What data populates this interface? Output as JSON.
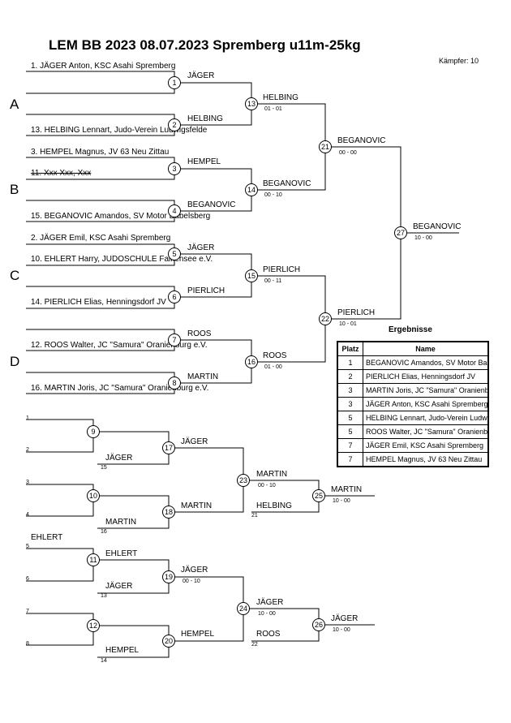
{
  "header": {
    "title": "LEM BB 2023  08.07.2023  Spremberg   u11m-25kg",
    "fighters": "Kämpfer: 10"
  },
  "pools": [
    "A",
    "B",
    "C",
    "D"
  ],
  "entries": [
    "1. JÄGER Anton, KSC Asahi Spremberg",
    "13. HELBING Lennart, Judo-Verein Ludwigsfelde",
    "3. HEMPEL Magnus, JV 63 Neu Zittau",
    "11. Xxx Xxx, Xxx",
    "15. BEGANOVIC Amandos, SV Motor Babelsberg",
    "2. JÄGER Emil, KSC Asahi Spremberg",
    "10. EHLERT Harry, JUDOSCHULE Falkensee e.V.",
    "14. PIERLICH Elias, Henningsdorf JV",
    "12. ROOS Walter, JC \"Samura\" Oranienburg e.V.",
    "16. MARTIN Joris, JC \"Samura\" Oranienburg e.V."
  ],
  "winners": {
    "m1": "JÄGER",
    "m2": "HELBING",
    "m3": "HEMPEL",
    "m4": "BEGANOVIC",
    "m5": "JÄGER",
    "m6": "PIERLICH",
    "m7": "ROOS",
    "m8": "MARTIN",
    "m13": "HELBING",
    "m14": "BEGANOVIC",
    "m15": "PIERLICH",
    "m16": "ROOS",
    "m21": "BEGANOVIC",
    "m22": "PIERLICH",
    "m27": "BEGANOVIC",
    "r_ehlert": "EHLERT",
    "m11": "EHLERT",
    "m9b": "JÄGER",
    "m10b": "MARTIN",
    "m12b": "HEMPEL",
    "m11b": "JÄGER",
    "m17": "JÄGER",
    "m18": "MARTIN",
    "m19": "JÄGER",
    "m20": "HEMPEL",
    "m23": "MARTIN",
    "m23b": "HELBING",
    "m24": "JÄGER",
    "m24b": "ROOS",
    "m25": "MARTIN",
    "m26": "JÄGER"
  },
  "scores": {
    "m13": "01 - 01",
    "m14": "00 - 10",
    "m15": "00 - 11",
    "m16": "01 - 00",
    "m21": "00 - 00",
    "m22": "10 - 01",
    "m27": "10 - 00",
    "m19": "00 - 10",
    "m23": "00 - 10",
    "m24": "10 - 00",
    "m25": "10 - 00",
    "m26": "10 - 00"
  },
  "match_numbers": {
    "m1": "1",
    "m2": "2",
    "m3": "3",
    "m4": "4",
    "m5": "5",
    "m6": "6",
    "m7": "7",
    "m8": "8",
    "m9": "9",
    "m10": "10",
    "m11": "11",
    "m12": "12",
    "m13": "13",
    "m14": "14",
    "m15": "15",
    "m16": "16",
    "m17": "17",
    "m18": "18",
    "m19": "19",
    "m20": "20",
    "m21": "21",
    "m22": "22",
    "m23": "23",
    "m24": "24",
    "m25": "25",
    "m26": "26",
    "m27": "27"
  },
  "small_labels": {
    "r1": "1",
    "r2": "2",
    "r3": "3",
    "r4": "4",
    "r5": "5",
    "r6": "6",
    "r7": "7",
    "r8": "8",
    "s15": "15",
    "s16": "16",
    "s13": "13",
    "s14": "14",
    "s21": "21",
    "s22": "22"
  },
  "results": {
    "title": "Ergebnisse",
    "col_place": "Platz",
    "col_name": "Name",
    "rows": [
      {
        "place": "1",
        "name": "BEGANOVIC Amandos, SV Motor Babelsberg"
      },
      {
        "place": "2",
        "name": "PIERLICH Elias, Henningsdorf JV"
      },
      {
        "place": "3",
        "name": "MARTIN Joris, JC \"Samura\" Oranienburg e.V."
      },
      {
        "place": "3",
        "name": "JÄGER Anton, KSC Asahi Spremberg"
      },
      {
        "place": "5",
        "name": "HELBING Lennart, Judo-Verein Ludwigsfelde"
      },
      {
        "place": "5",
        "name": "ROOS Walter, JC \"Samura\" Oranienburg e.V."
      },
      {
        "place": "7",
        "name": "JÄGER Emil, KSC Asahi Spremberg"
      },
      {
        "place": "7",
        "name": "HEMPEL Magnus, JV 63 Neu Zittau"
      }
    ]
  }
}
